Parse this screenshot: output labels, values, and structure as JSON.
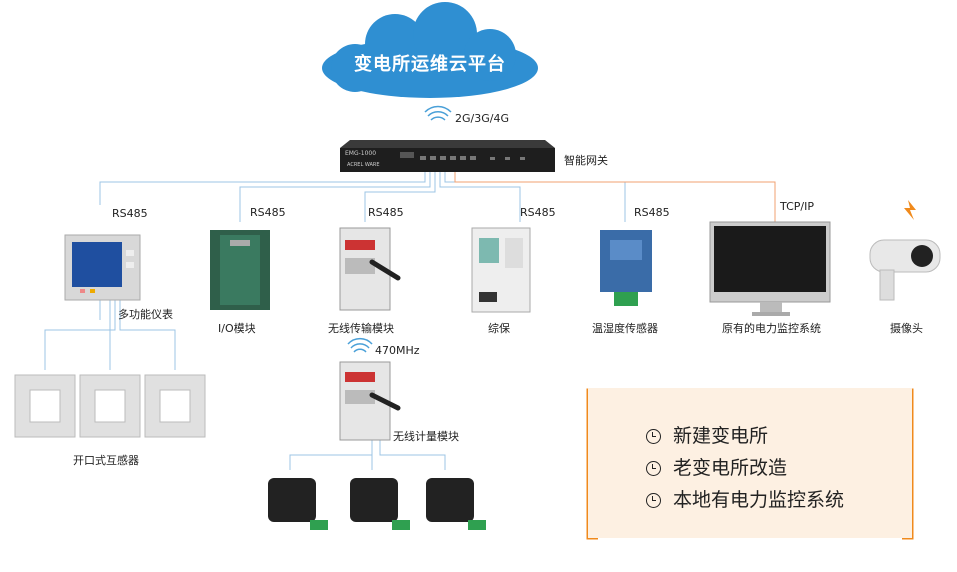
{
  "cloud": {
    "title": "变电所运维云平台"
  },
  "gateway": {
    "label": "智能网关",
    "brand": "EMG-1000",
    "vendor": "ACREL WARE",
    "uplink": "2G/3G/4G"
  },
  "devices": [
    {
      "label": "多功能仪表",
      "protocol": "RS485"
    },
    {
      "label": "I/O模块",
      "protocol": "RS485"
    },
    {
      "label": "无线传输模块",
      "protocol": "RS485"
    },
    {
      "label": "综保",
      "protocol": "RS485"
    },
    {
      "label": "温湿度传感器",
      "protocol": "RS485"
    },
    {
      "label": "原有的电力监控系统",
      "protocol": "TCP/IP"
    },
    {
      "label": "摄像头",
      "protocol": ""
    }
  ],
  "ct_label": "开口式互感器",
  "wireless": {
    "freq": "470MHz",
    "meter_label": "无线计量模块"
  },
  "legend": [
    "新建变电所",
    "老变电所改造",
    "本地有电力监控系统"
  ],
  "colors": {
    "cloud": "#2f8fd2",
    "line_blue": "#9cc4e4",
    "line_orange": "#f0a070",
    "accent": "#f08a1c",
    "legend_bg": "#fdf0e2"
  }
}
